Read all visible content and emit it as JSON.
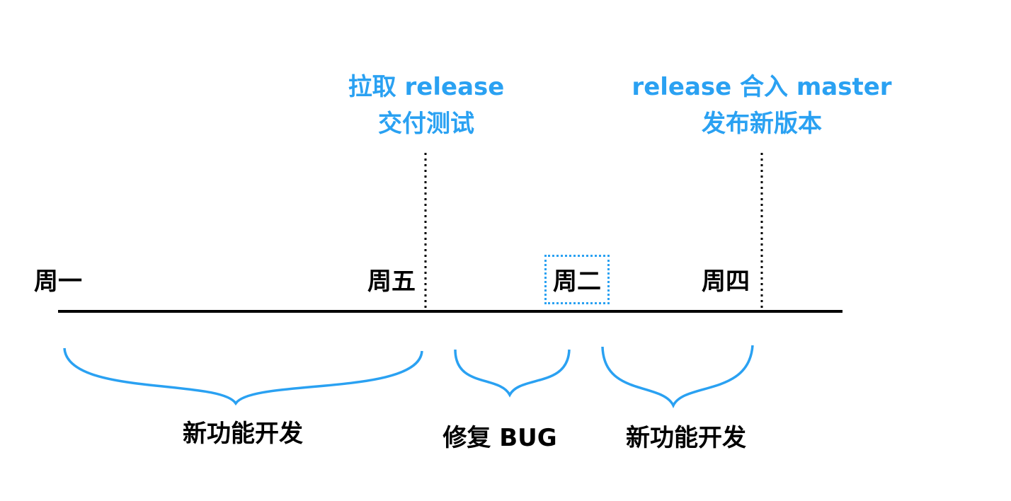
{
  "milestones": {
    "release_cut": {
      "line1": "拉取 release",
      "line2": "交付测试"
    },
    "release_merge": {
      "line1": "release 合入 master",
      "line2": "发布新版本"
    }
  },
  "days": {
    "monday": "周一",
    "friday": "周五",
    "tuesday": "周二",
    "thursday": "周四"
  },
  "phases": {
    "dev1": "新功能开发",
    "bugfix": "修复 BUG",
    "dev2": "新功能开发"
  },
  "colors": {
    "accent": "#2aa1f2",
    "text": "#000000"
  }
}
